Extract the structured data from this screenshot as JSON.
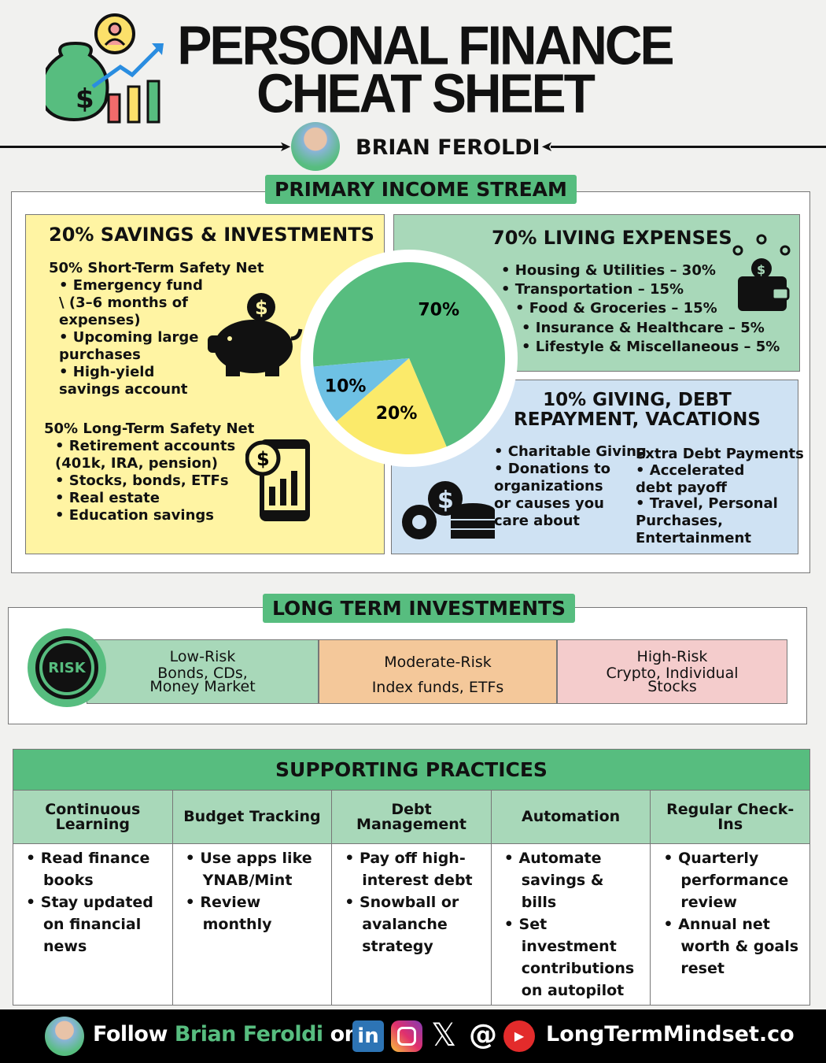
{
  "header": {
    "title_line1": "PERSONAL FINANCE",
    "title_line2": "CHEAT SHEET",
    "author": "BRIAN FEROLDI"
  },
  "primary": {
    "label": "PRIMARY INCOME STREAM",
    "savings": {
      "title": "20% SAVINGS & INVESTMENTS",
      "short_title": "50% Short-Term Safety Net",
      "short_items": [
        "Emergency fund \\ (3–6 months of expenses)",
        "Upcoming large purchases",
        "High-yield savings account"
      ],
      "long_title": "50% Long-Term Safety Net",
      "long_items": [
        "Retirement accounts (401k, IRA, pension)",
        "Stocks, bonds, ETFs",
        "Real estate",
        "Education savings"
      ]
    },
    "living": {
      "title": "70% LIVING EXPENSES",
      "items": [
        "• Housing & Utilities – 30%",
        "• Transportation – 15%",
        "• Food & Groceries – 15%",
        "• Insurance & Healthcare – 5%",
        "• Lifestyle & Miscellaneous – 5%"
      ]
    },
    "giving": {
      "title": "10% GIVING, DEBT REPAYMENT, VACATIONS",
      "left_items": [
        "• Charitable Giving",
        "• Donations to organizations or causes you care about"
      ],
      "right_title": "Extra Debt Payments",
      "right_items": [
        "• Accelerated debt payoff",
        "• Travel, Personal Purchases, Entertainment"
      ]
    }
  },
  "chart_data": {
    "type": "pie",
    "categories": [
      "Living Expenses",
      "Savings & Investments",
      "Giving, Debt, Vacations"
    ],
    "values": [
      70,
      20,
      10
    ],
    "labels": [
      "70%",
      "20%",
      "10%"
    ],
    "colors": [
      "#57bd7f",
      "#fbea6a",
      "#6ec1e4"
    ]
  },
  "investments": {
    "label": "LONG TERM INVESTMENTS",
    "badge": "RISK",
    "tiers": [
      {
        "name": "Low-Risk",
        "desc": "Bonds, CDs, Money Market",
        "color": "#a8d8b9"
      },
      {
        "name": "Moderate-Risk",
        "desc": "Index funds, ETFs",
        "color": "#f4c89a"
      },
      {
        "name": "High-Risk",
        "desc": "Crypto, Individual Stocks",
        "color": "#f4cccc"
      }
    ]
  },
  "practices": {
    "title": "SUPPORTING PRACTICES",
    "columns": [
      {
        "name": "Continuous Learning",
        "items": [
          "Read finance books",
          "Stay updated on financial news"
        ]
      },
      {
        "name": "Budget Tracking",
        "items": [
          "Use apps like YNAB/Mint",
          "Review monthly"
        ]
      },
      {
        "name": "Debt Management",
        "items": [
          "Pay off high-interest debt",
          "Snowball or avalanche strategy"
        ]
      },
      {
        "name": "Automation",
        "items": [
          "Automate savings & bills",
          "Set investment contributions on autopilot"
        ]
      },
      {
        "name": "Regular Check-Ins",
        "items": [
          "Quarterly performance review",
          "Annual net worth & goals reset"
        ]
      }
    ]
  },
  "footer": {
    "follow": "Follow",
    "name": "Brian Feroldi",
    "on": "on",
    "site": "LongTermMindset.co"
  }
}
